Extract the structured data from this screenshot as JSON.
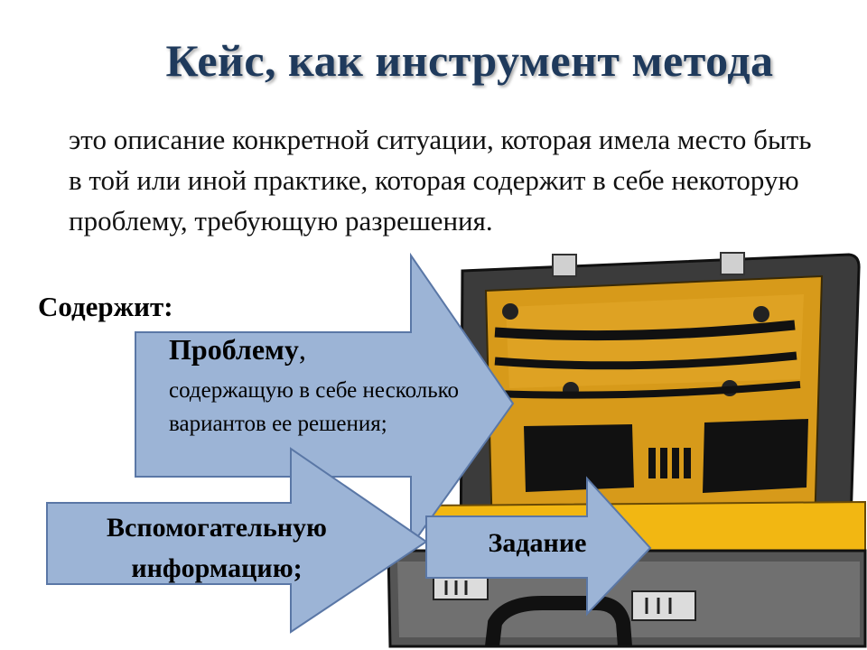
{
  "title": "Кейс, как инструмент метода",
  "definition": "это описание конкретной ситуации, которая имела место быть в той или иной практике, которая содержит в себе некоторую проблему, требующую разрешения.",
  "contains_label": "Содержит:",
  "arrows": [
    {
      "title": "Проблему",
      "title_suffix": ",",
      "body": "содержащую в себе несколько вариантов ее решения;"
    },
    {
      "text": "Вспомогательную информацию;"
    },
    {
      "text": "Задание"
    }
  ],
  "colors": {
    "title": "#1f3a5c",
    "arrow_fill": "#9cb4d6",
    "arrow_stroke": "#5a77a6",
    "case_body": "#3b3b3b",
    "case_lining": "#d79a1a",
    "case_bottom": "#f2b712"
  }
}
